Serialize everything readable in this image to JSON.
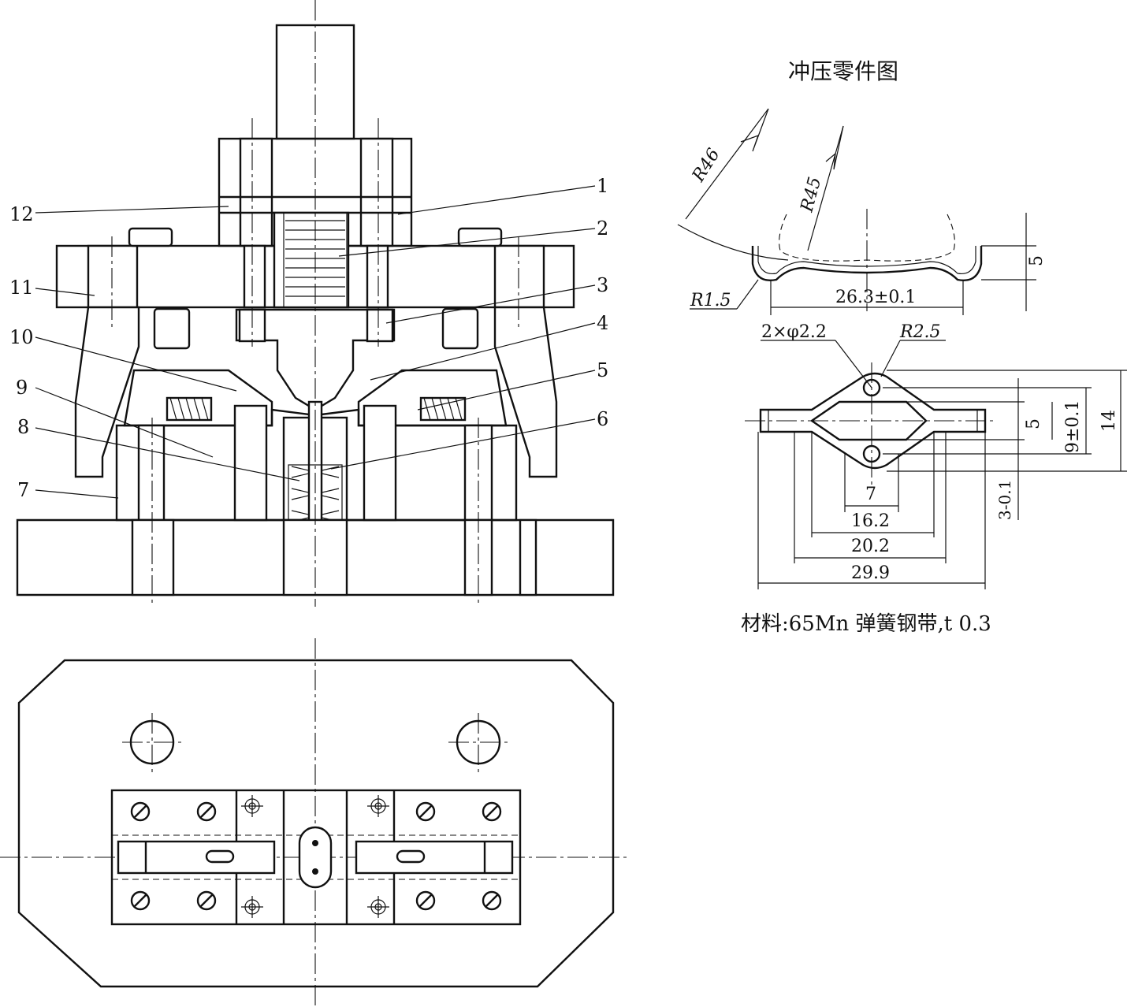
{
  "part_drawing": {
    "title": "冲压零件图",
    "radius_r46": "R46",
    "radius_r45": "R45",
    "radius_r1_5": "R1.5",
    "width_26_3": "26.3±0.1",
    "height_5_side": "5",
    "holes": "2×φ2.2",
    "radius_r2_5": "R2.5",
    "dim_5": "5",
    "dim_9": "9±0.1",
    "dim_14": "14",
    "dim_3": "3-0.1",
    "dim_7": "7",
    "dim_16_2": "16.2",
    "dim_20_2": "20.2",
    "dim_29_9": "29.9",
    "material": "材料:65Mn 弹簧钢带,t 0.3"
  },
  "part_labels": {
    "left": [
      "12",
      "11",
      "10",
      "9",
      "8",
      "7"
    ],
    "right": [
      "1",
      "2",
      "3",
      "4",
      "5",
      "6"
    ]
  }
}
